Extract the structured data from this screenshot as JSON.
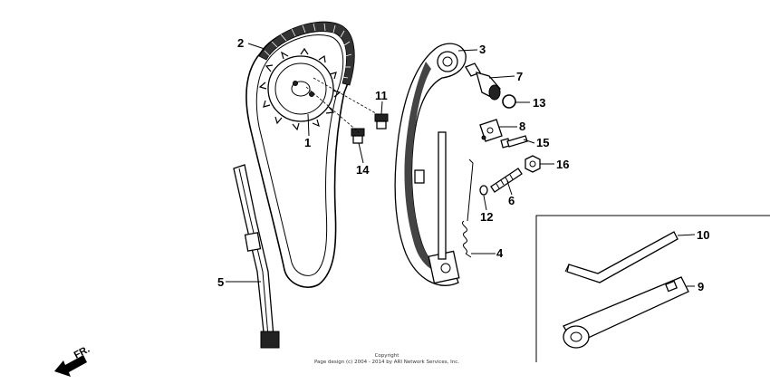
{
  "callouts": {
    "p1": "1",
    "p2": "2",
    "p3": "3",
    "p4": "4",
    "p5": "5",
    "p6": "6",
    "p7": "7",
    "p8": "8",
    "p9": "9",
    "p10": "10",
    "p11": "11",
    "p12": "12",
    "p13": "13",
    "p14": "14",
    "p15": "15",
    "p16": "16"
  },
  "direction_label": "FR.",
  "copyright": {
    "line1": "Copyright",
    "line2": "Page design (c) 2004 - 2014 by ARI Network Services, Inc."
  },
  "icons": [
    "direction-arrow-icon"
  ]
}
